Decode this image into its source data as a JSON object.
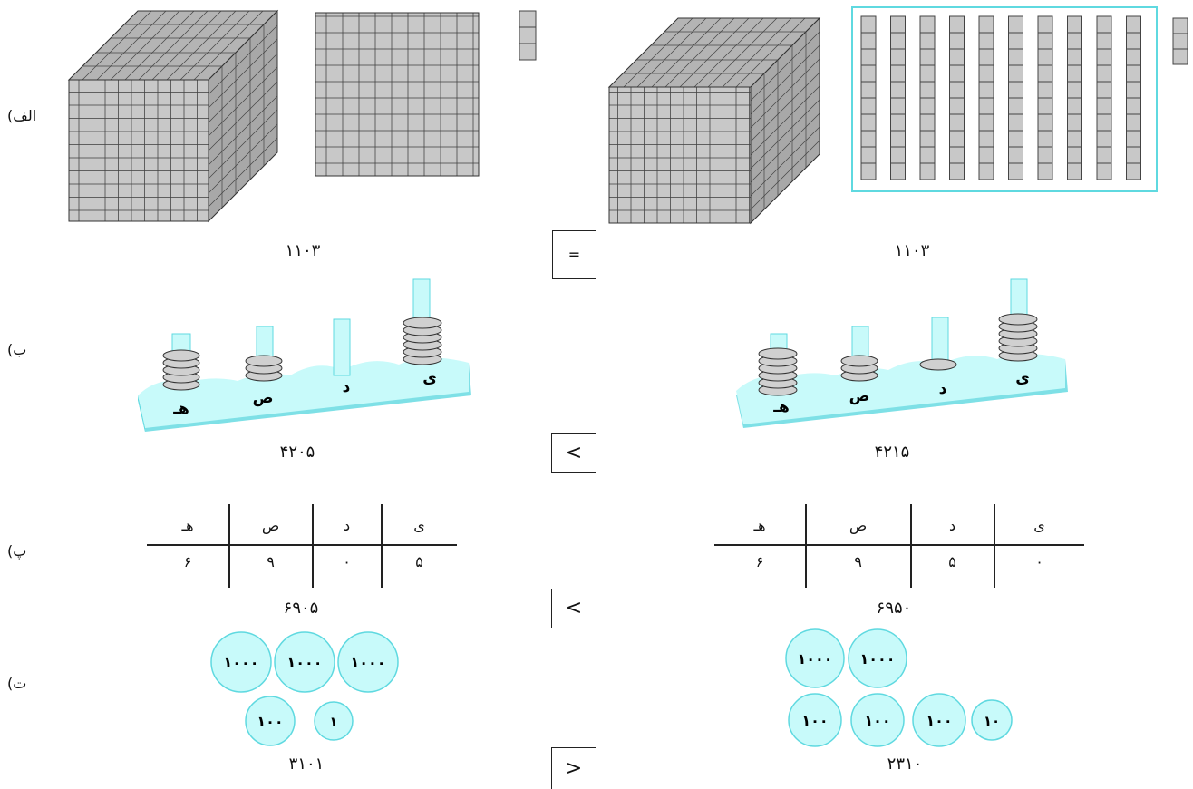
{
  "rows": [
    {
      "label": "(الف",
      "left_number": "۱۱۰۳",
      "right_number": "۱۱۰۳",
      "comparison": "="
    },
    {
      "label": "(ب",
      "left_number": "۴۲۰۵",
      "right_number": "۴۲۱۵",
      "comparison": "<"
    },
    {
      "label": "(پ",
      "left_number": "۶۹۰۵",
      "right_number": "۶۹۵۰",
      "comparison": "<"
    },
    {
      "label": "(ت",
      "left_number": "۳۱۰۱",
      "right_number": "۲۳۱۰",
      "comparison": ">"
    }
  ],
  "place_letters": {
    "thousands": "هـ",
    "hundreds": "ص",
    "tens": "د",
    "ones": "ی"
  },
  "abacus": {
    "left": {
      "thousands": 4,
      "hundreds": 2,
      "tens": 0,
      "ones": 5
    },
    "right": {
      "thousands": 4,
      "hundreds": 2,
      "tens": 1,
      "ones": 5
    }
  },
  "tables": {
    "left": {
      "headers": [
        "هـ",
        "ص",
        "د",
        "ی"
      ],
      "digits": [
        "۶",
        "۹",
        "۰",
        "۵"
      ]
    },
    "right": {
      "headers": [
        "هـ",
        "ص",
        "د",
        "ی"
      ],
      "digits": [
        "۶",
        "۹",
        "۵",
        "۰"
      ]
    }
  },
  "coins": {
    "left_top": [
      "۱۰۰۰",
      "۱۰۰۰",
      "۱۰۰۰"
    ],
    "left_bottom": [
      "۱۰۰",
      "۱"
    ],
    "right_top": [
      "۱۰۰۰",
      "۱۰۰۰"
    ],
    "right_bottom": [
      "۱۰۰",
      "۱۰۰",
      "۱۰۰",
      "۱۰"
    ]
  },
  "colors": {
    "cyan": "#c8fafa",
    "cyan_dark": "#5fd9e0",
    "block_gray": "#c8c8c8",
    "line": "#333333"
  }
}
